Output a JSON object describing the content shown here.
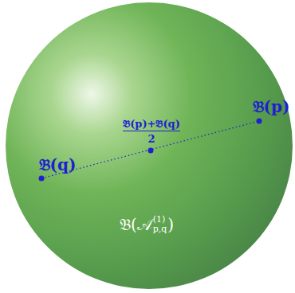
{
  "diagram": {
    "nodes": [
      {
        "text": [
          "𝔅(𝒜",
          "(1)",
          "p,q",
          ")"
        ]
      }
    ],
    "labels": [
      "𝔅(q)",
      "𝔅(p)",
      "𝔅(p)+𝔅(q)",
      "2"
    ]
  }
}
